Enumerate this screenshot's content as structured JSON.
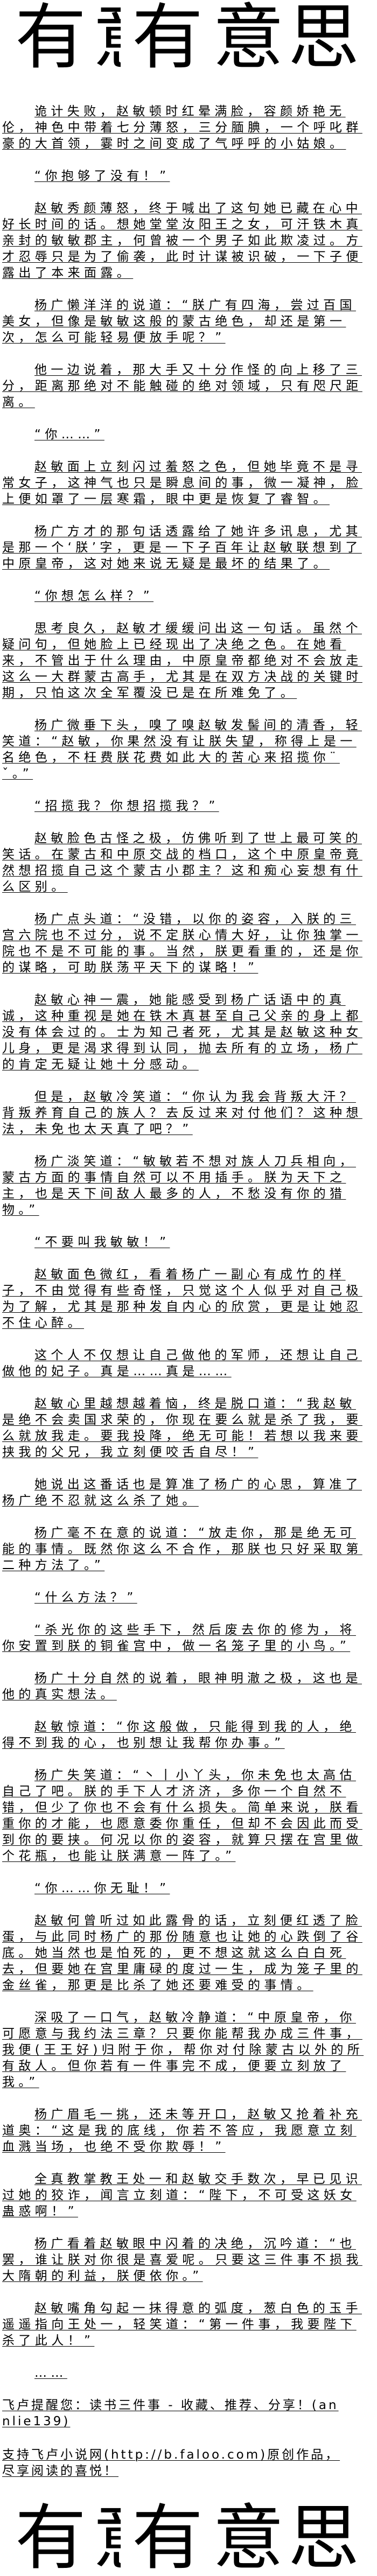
{
  "banner": {
    "chars": [
      "有",
      "意",
      "有",
      "意",
      "思"
    ]
  },
  "paragraphs": [
    "诡计失败，赵敏顿时红晕满脸，容颜娇艳无伦，神色中带着七分薄怒，三分腼腆，一个呼叱群豪的大首领，霎时之间变成了气呼呼的小姑娘。",
    "“你抱够了没有！”",
    "赵敏秀颜薄怒，终于喊出了这句她已藏在心中好长时间的话。想她堂堂汝阳王之女，可汗铁木真亲封的敏敏郡主，何曾被一个男子如此欺凌过。方才忍辱只是为了偷袭，此时计谋被识破，一下子便露出了本来面露。",
    "杨广懒洋洋的说道：“朕广有四海，尝过百国美女，但像是敏敏这般的蒙古绝色，却还是第一次，怎么可能轻易便放手呢？”",
    "他一边说着，那大手又十分作怪的向上移了三分，距离那绝对不能触碰的绝对领域，只有咫尺距离。",
    "“你……”",
    "赵敏面上立刻闪过羞怒之色，但她毕竟不是寻常女子，这神气也只是瞬息间的事，微一凝神，脸上便如罩了一层寒霜，眼中更是恢复了睿智。",
    "杨广方才的那句话透露给了她许多讯息，尤其是那一个‘朕’字，更是一下子百年让赵敏联想到了中原皇帝，这对她来说无疑是最坏的结果了。",
    "“你想怎么样？”",
    "思考良久，赵敏才缓缓问出这一句话。虽然个疑问句，但她脸上已经现出了决绝之色。在她看来，不管出于什么理由，中原皇帝都绝对不会放走这么一大群蒙古高手，尤其是在双方决战的关键时期，只怕这次全军覆没已是在所难免了。",
    "杨广微垂下头，嗅了嗅赵敏发髻间的清香，轻笑道：“赵敏，你果然没有让朕失望，称得上是一名绝色，不枉费朕花费如此大的苦心来招揽你¨ˇ。”",
    "“招揽我？你想招揽我？”",
    "赵敏脸色古怪之极，仿佛听到了世上最可笑的笑话。在蒙古和中原交战的档口，这个中原皇帝竟然想招揽自己这个蒙古小郡主？这和痴心妄想有什么区别。",
    "杨广点头道：“没错，以你的姿容，入朕的三宫六院也不过分，说不定朕心情大好，让你独掌一院也不是不可能的事。当然，朕更看重的，还是你的谋略，可助朕荡平天下的谋略！”",
    "赵敏心神一震，她能感受到杨广话语中的真诚，这种重视是她在铁木真甚至自己父亲的身上都没有体会过的。士为知己者死，尤其是赵敏这种女儿身，更是渴求得到认同，抛去所有的立场，杨广的肯定无疑让她十分感动。",
    "但是，赵敏冷笑道：“你认为我会背叛大汗？背叛养育自己的族人？去反过来对付他们？这种想法，未免也太天真了吧？”",
    "杨广淡笑道：“敏敏若不想对族人刀兵相向，蒙古方面的事情自然可以不用插手。朕为天下之主，也是天下间敌人最多的人，不愁没有你的猎物。”",
    "“不要叫我敏敏！”",
    "赵敏面色微红，看着杨广一副心有成竹的样子，不由觉得有些奇怪，只觉这个人似乎对自己极为了解，尤其是那种发自内心的欣赏，更是让她忍不住心醉。",
    "这个人不仅想让自己做他的军师，还想让自己做他的妃子。真是……真是……",
    "赵敏心里越想越着恼，终是脱口道：“我赵敏是绝不会卖国求荣的，你现在要么就是杀了我，要么就放我走。要我投降，绝无可能！若想以我来要挟我的父兄，我立刻便咬舌自尽！”",
    "她说出这番话也是算准了杨广的心思，算准了杨广绝不忍就这么杀了她。",
    "杨广毫不在意的说道：“放走你，那是绝无可能的事情。既然你这么不合作，那朕也只好采取第二种方法了。”",
    "“什么方法？”",
    "“杀光你的这些手下，然后废去你的修为，将你安置到朕的铜雀宫中，做一名笼子里的小鸟。”",
    "杨广十分自然的说着，眼神明澈之极，这也是他的真实想法。",
    "赵敏惊道：“你这般做，只能得到我的人，绝得不到我的心，也别想让我帮你办事。”",
    "杨广失笑道：“丶丨小丫头，你未免也太高估自己了吧。朕的手下人才济济，多你一个自然不错，但少了你也不会有什么损失。简单来说，朕看重你的才能，也愿意委你重任，但却不会因此而受到你的要挟。何况以你的姿容，就算只摆在宫里做个花瓶，也能让朕满意一阵了。”",
    "“你……你无耻！”",
    "赵敏何曾听过如此露骨的话，立刻便红透了脸蛋，与此同时杨广的那份随意也让她的心跌倒了谷底。她当然也是怕死的，更不想这就这么白白死去，但要她在宫里庸碌的度过一生，成为笼子里的金丝雀，那更是比杀了她还要难受的事情。",
    "深吸了一口气，赵敏冷静道：“中原皇帝，你可愿意与我约法三章？只要你能帮我办成三件事，我便(王王好)归附于你，帮你对付除蒙古以外的所有敌人。但你若有一件事完不成，便要立刻放了我。”",
    "杨广眉毛一挑，还未等开口，赵敏又抢着补充道奥：“这是我的底线，你若不答应，我愿意立刻血溅当场，也绝不受你欺辱！”",
    "全真教掌教王处一和赵敏交手数次，早已见识过她的狡诈，闻言立刻道：“陛下，不可受这妖女蛊惑啊！”",
    "杨广看着赵敏眼中闪着的决绝，沉吟道：“也罢，谁让朕对你很是喜爱呢。只要这三件事不损我大隋朝的利益，朕便依你。”",
    "赵敏嘴角勾起一抹得意的弧度，葱白色的玉手遥遥指向王处一，轻笑道：“第一件事，我要陛下杀了此人！”",
    "……"
  ],
  "footer": {
    "reminder": "飞卢提醒您：读书三件事 - 收藏、推荐、分享！(annlie139)",
    "support": "支持飞卢小说网(http://b.faloo.com)原创作品，尽享阅读的喜悦！"
  }
}
